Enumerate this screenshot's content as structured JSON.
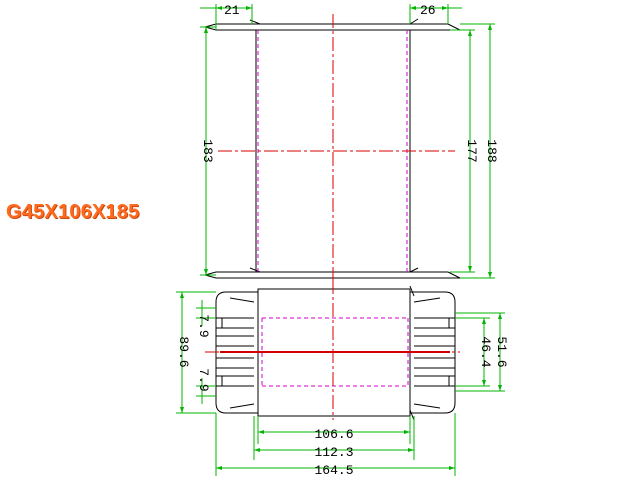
{
  "title": "G45X106X185",
  "colors": {
    "outline": "#000000",
    "dimension": "#00b400",
    "centerline": "#d40000",
    "hidden": "#d000d0",
    "title": "#ff6a1f",
    "background": "#ffffff"
  },
  "dimensions": {
    "top_left_flange": "21",
    "top_right_flange": "26",
    "inner_height": "183",
    "window_height": "177",
    "overall_height": "188",
    "side_left_small": "7.9",
    "side_left_small_b": "7.9",
    "side_left_large": "89.6",
    "side_right_small": "46.4",
    "side_right_large": "51.6",
    "bottom_inner": "106.6",
    "bottom_middle": "112.3",
    "bottom_overall": "164.5"
  }
}
